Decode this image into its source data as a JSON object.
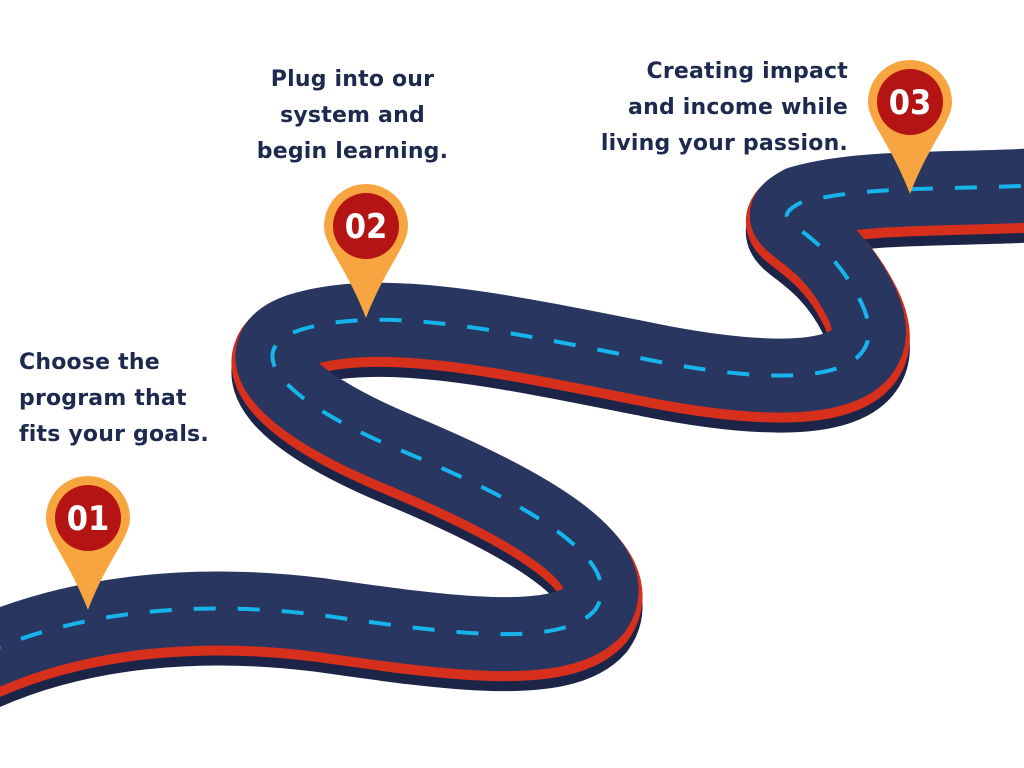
{
  "colors": {
    "road": "#293660",
    "road_side": "#1c2548",
    "road_edge": "#d62f1c",
    "lane": "#15b5ec",
    "pin_outer": "#f7a540",
    "pin_inner": "#b51414",
    "text": "#1d2a4e"
  },
  "steps": [
    {
      "number": "01",
      "lines": [
        "Choose the",
        "program that",
        "fits your goals."
      ]
    },
    {
      "number": "02",
      "lines": [
        "Plug into our",
        "system and",
        "begin learning."
      ]
    },
    {
      "number": "03",
      "lines": [
        "Creating impact",
        "and income while",
        "living your passion."
      ]
    }
  ],
  "icons": [
    "map-pin-icon",
    "map-pin-icon",
    "map-pin-icon"
  ]
}
